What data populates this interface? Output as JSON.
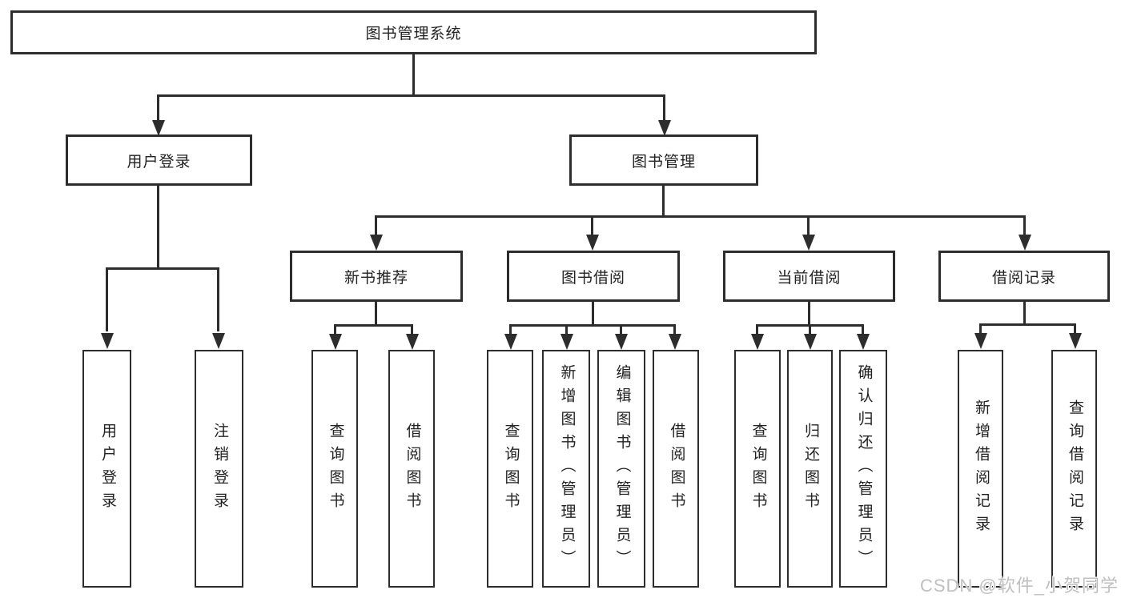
{
  "diagram": {
    "title": "图书管理系统",
    "root": {
      "label": "图书管理系统"
    },
    "level2": [
      {
        "label": "用户登录"
      },
      {
        "label": "图书管理"
      }
    ],
    "level3": [
      {
        "label": "新书推荐"
      },
      {
        "label": "图书借阅"
      },
      {
        "label": "当前借阅"
      },
      {
        "label": "借阅记录"
      }
    ],
    "leaves": {
      "user_login": [
        {
          "label": "用户登录"
        },
        {
          "label": "注销登录"
        }
      ],
      "new_book": [
        {
          "label": "查询图书"
        },
        {
          "label": "借阅图书"
        }
      ],
      "book_borrow": [
        {
          "label": "查询图书"
        },
        {
          "label": "新增图书（管理员）"
        },
        {
          "label": "编辑图书（管理员）"
        },
        {
          "label": "借阅图书"
        }
      ],
      "current_borrow": [
        {
          "label": "查询图书"
        },
        {
          "label": "归还图书"
        },
        {
          "label": "确认归还（管理员）"
        }
      ],
      "borrow_records": [
        {
          "label": "新增借阅记录"
        },
        {
          "label": "查询借阅记录"
        }
      ]
    }
  },
  "watermark": {
    "text": "CSDN @软件_小贺同学"
  },
  "colors": {
    "line": "#2d2d2d",
    "text": "#222222",
    "background": "#ffffff",
    "watermark": "#bfbfbf"
  }
}
